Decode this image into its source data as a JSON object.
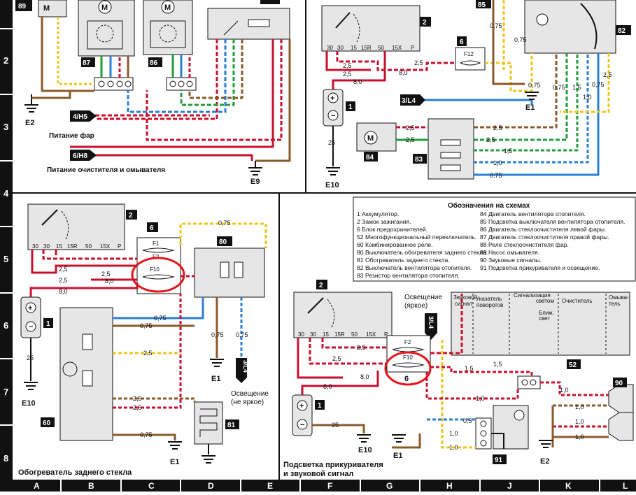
{
  "grid": {
    "rows": [
      "2",
      "3",
      "4",
      "5",
      "6",
      "7",
      "8"
    ],
    "cols": [
      "A",
      "B",
      "C",
      "D",
      "E",
      "F",
      "G",
      "H",
      "J",
      "K",
      "L"
    ]
  },
  "callouts": {
    "n2": "2",
    "n6": "6",
    "n60": "60",
    "n80": "80",
    "n81": "81",
    "n82": "82",
    "n83": "83",
    "n84": "84",
    "n85": "85",
    "n86": "86",
    "n87": "87",
    "n89": "89",
    "n90": "90",
    "n91": "91",
    "n52": "52",
    "n1": "1",
    "n1b": "1",
    "n1c": "1",
    "n2b": "2",
    "n2c": "2",
    "n6b": "6",
    "n6c": "6"
  },
  "grounds": {
    "e1_top": "E1",
    "e1_left": "E1",
    "e1_mid": "E1",
    "e1_br": "E1",
    "e2_tl": "E2",
    "e2_br": "E2",
    "e9": "E9",
    "e10_tr": "E10",
    "e10_bl": "E10",
    "e10_br": "E10"
  },
  "connectors": {
    "h5": "4/H5",
    "h8": "6/H8",
    "l4_top": "3/L4",
    "l4_mid": "3/L4",
    "l4_low": "3/L4"
  },
  "labels": {
    "power_headlights": "Питание фар",
    "power_wiper": "Питание очистителя и омывателя",
    "lighting_bright": "Освещение",
    "lighting_bright2": "(яркое)",
    "lighting_dim": "Освещение",
    "lighting_dim2": "(не яркое)",
    "rear_glass_heater": "Обогреватель заднего стекла",
    "lighter_title1": "Подсветка прикуривателя",
    "lighter_title2": "и звуковой сигнал"
  },
  "fuses": {
    "f1": "F1",
    "f2": "F2",
    "f10": "F10",
    "f12": "F12",
    "f2b": "F2",
    "f10b": "F10"
  },
  "switch52": {
    "horn": "Звуковой",
    "horn2": "сигнал",
    "turn": "Указатель",
    "turn2": "поворотов",
    "signal": "Сигнализация",
    "light": "светом",
    "near": "Ближ.",
    "far": "свет",
    "washer": "Очиститель",
    "omyv": "Омыва-",
    "omyv2": "тель"
  },
  "legend": {
    "title": "Обозначения на схемах",
    "left": [
      "1 Аккумулятор.",
      "2 Замок зажигания.",
      "6 Блок предохранителей.",
      "52 Многофункциональный переключатель.",
      "60 Комбинированное реле.",
      "80 Выключатель обогревателя заднего стекла.",
      "81 Обогреватель заднего стекла.",
      "82 Выключатель вентилятора отопителя.",
      "83 Резистор вентилятора отопителя."
    ],
    "right": [
      "84 Двигатель вентилятора отопителя.",
      "85 Подсветка выключателя вентилятора отопителя.",
      "86 Двигатель стеклоочистителя левой фары.",
      "87 Двигатель стеклоочистителя правой фары.",
      "88 Реле стеклоочистителя фар.",
      "89 Насос омывателя.",
      "90 Звуковые сигналы.",
      "91 Подсветка прикуривателя и освещение."
    ]
  },
  "wire_sizes": {
    "s25": "2,5",
    "s8": "8,0",
    "s075": "0,75",
    "s15": "1,5",
    "s10": "1,0",
    "s05": "0,5",
    "s25b": "25"
  },
  "ignition_terminals": [
    "30",
    "30",
    "15",
    "15R",
    "50",
    "15X",
    "P"
  ],
  "colors": {
    "red_circle": "#e8141c",
    "wire_red": "#c8102e",
    "wire_blue": "#2a7fd4",
    "wire_green": "#1f9e3a",
    "wire_yellow": "#f0c419",
    "wire_brown": "#8a5a2b",
    "frame_black": "#111111"
  }
}
